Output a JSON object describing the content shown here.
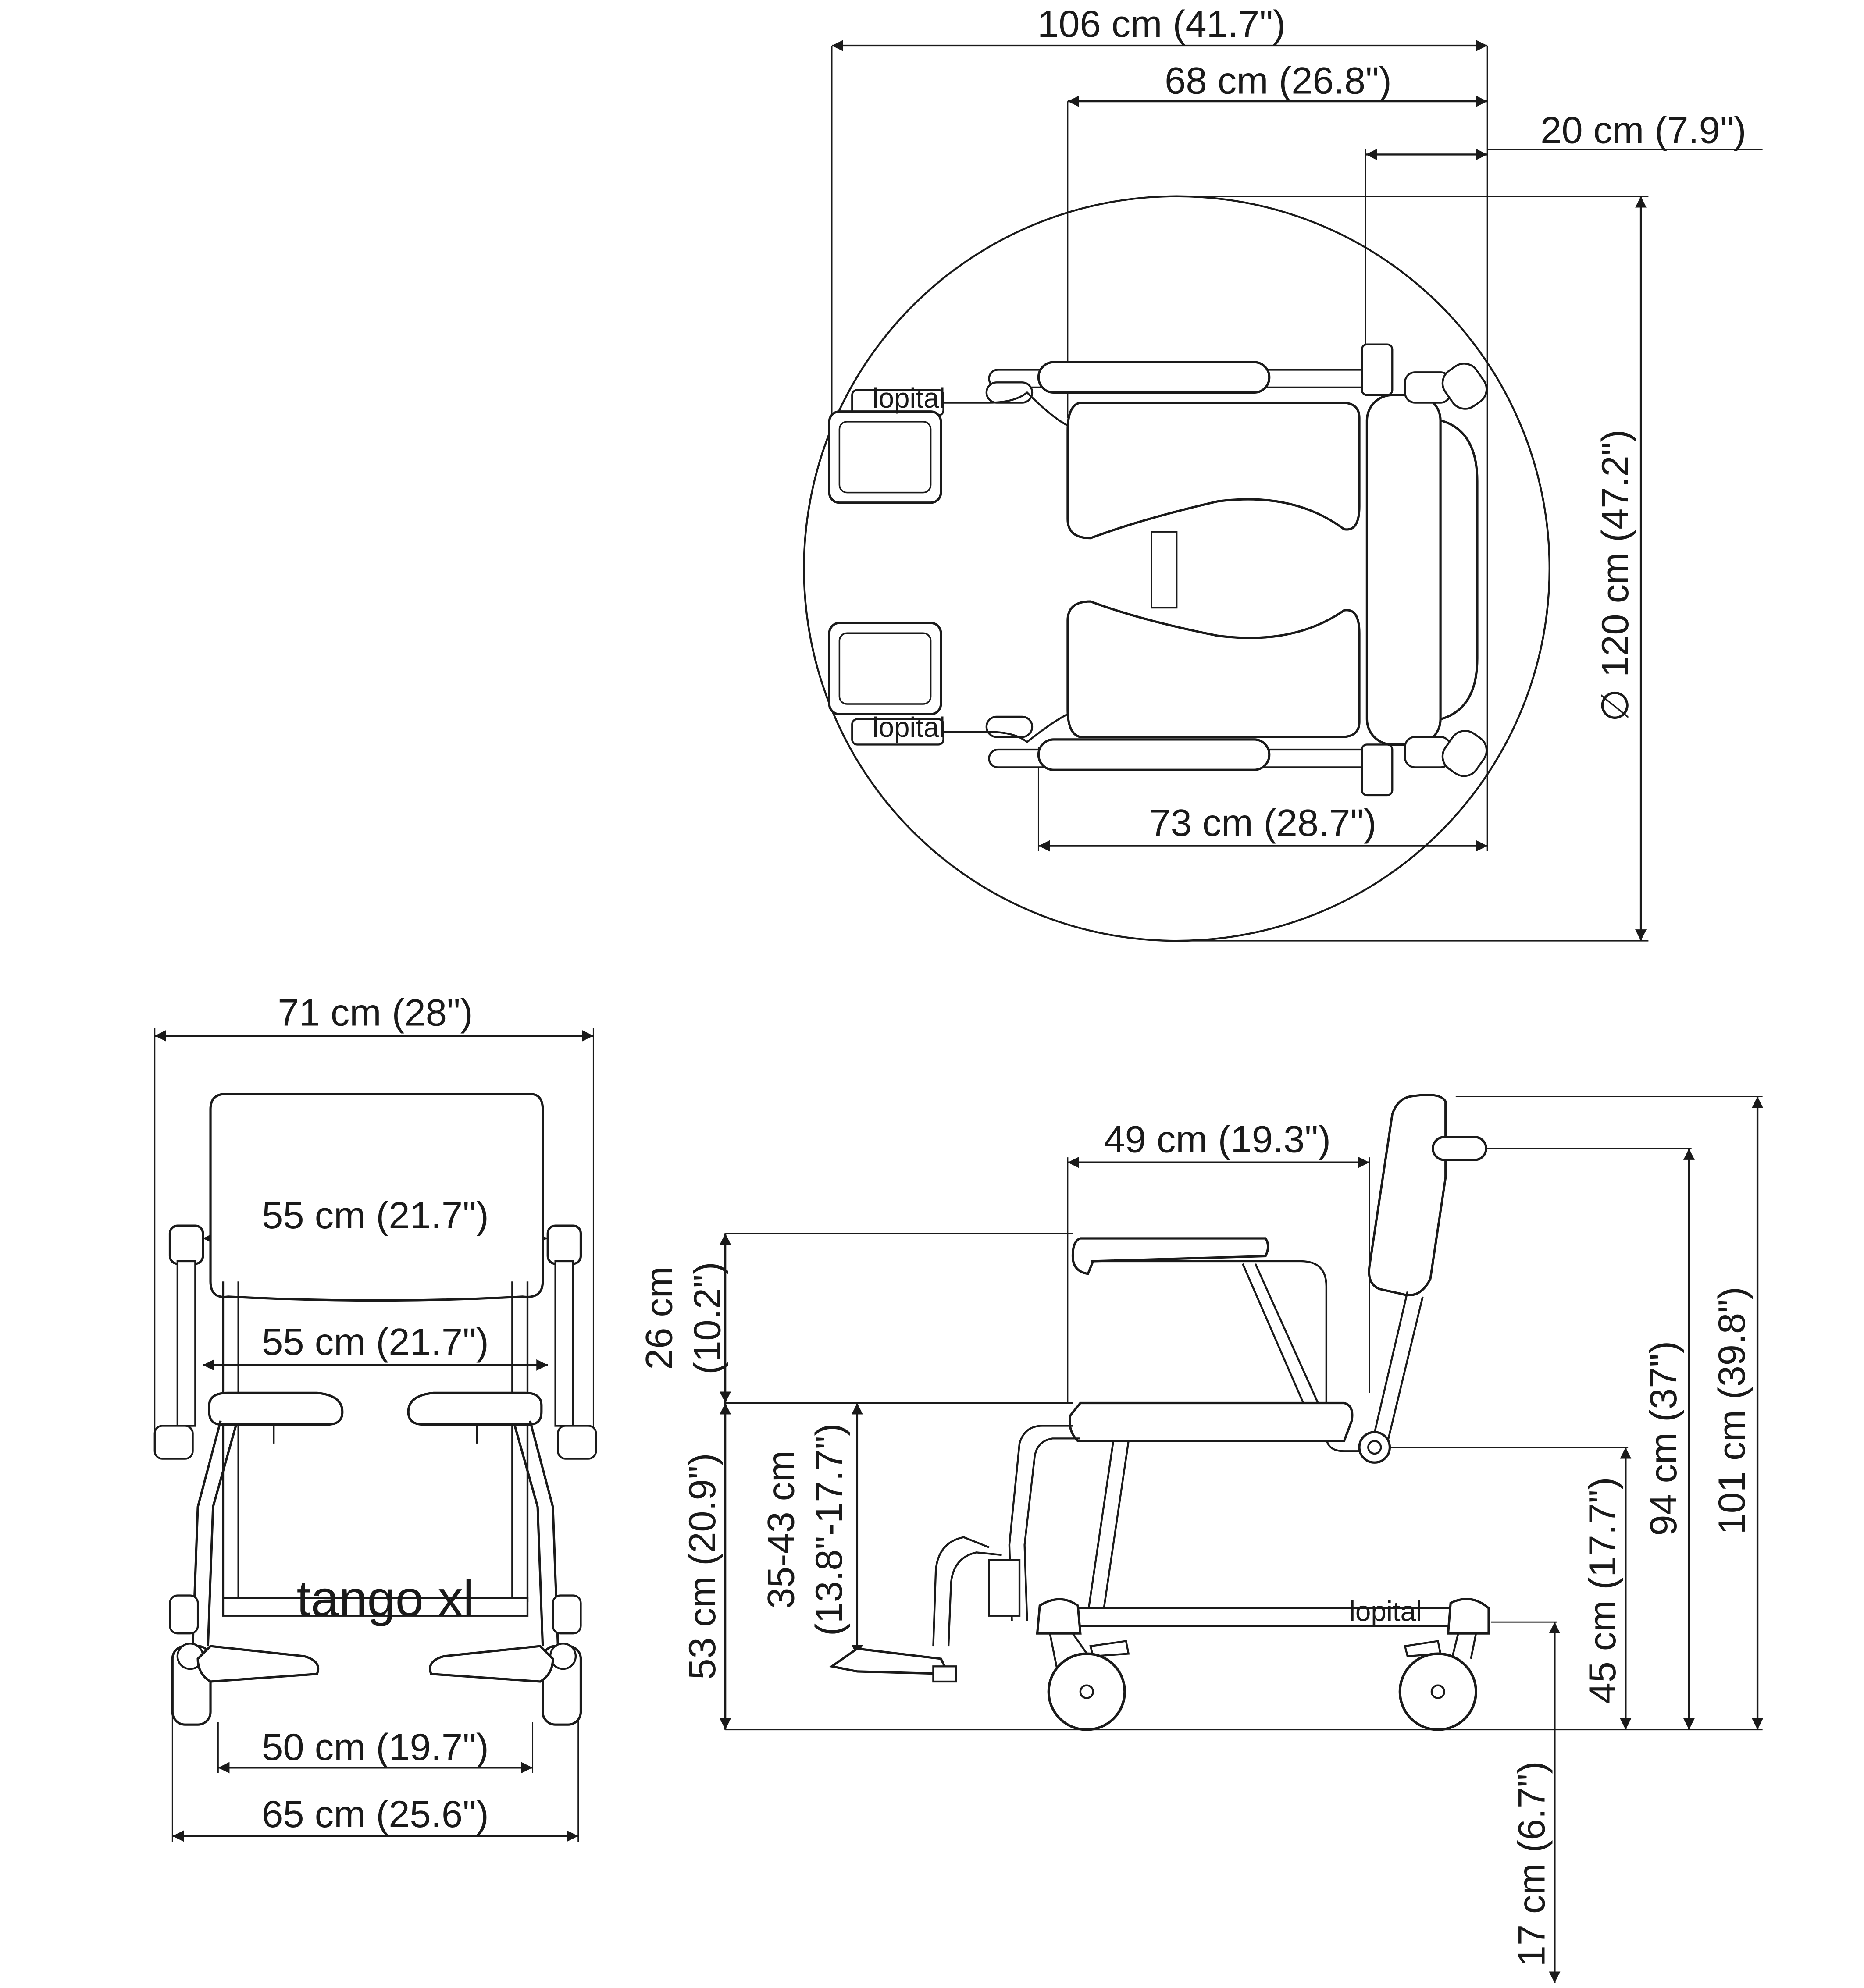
{
  "top_view": {
    "dim_overall_length": "106 cm (41.7\")",
    "dim_seat_to_back": "68 cm (26.8\")",
    "dim_back_offset": "20 cm (7.9\")",
    "dim_turning_circle": "120 cm (47.2\")",
    "dim_turning_symbol": "∅",
    "dim_frame_length": "73 cm (28.7\")",
    "logo": "lopital"
  },
  "front_view": {
    "dim_overall_width": "71 cm (28\")",
    "dim_backrest_width": "55 cm (21.7\")",
    "dim_seat_width": "55 cm (21.7\")",
    "dim_inner_wheelbase": "50 cm (19.7\")",
    "dim_outer_wheelbase": "65 cm (25.6\")",
    "model_label": "tango xl"
  },
  "side_view": {
    "dim_seat_depth": "49 cm (19.3\")",
    "dim_armrest_height_a": "26 cm",
    "dim_armrest_height_b": "(10.2\")",
    "dim_seat_height": "53 cm (20.9\")",
    "dim_footrest_a": "35-43 cm",
    "dim_footrest_b": "(13.8\"-17.7\")",
    "dim_pivot_height": "45 cm (17.7\")",
    "dim_push_handle_height": "94 cm (37\")",
    "dim_total_height": "101 cm (39.8\")",
    "dim_ground_clearance": "17 cm (6.7\")",
    "logo": "lopital"
  }
}
